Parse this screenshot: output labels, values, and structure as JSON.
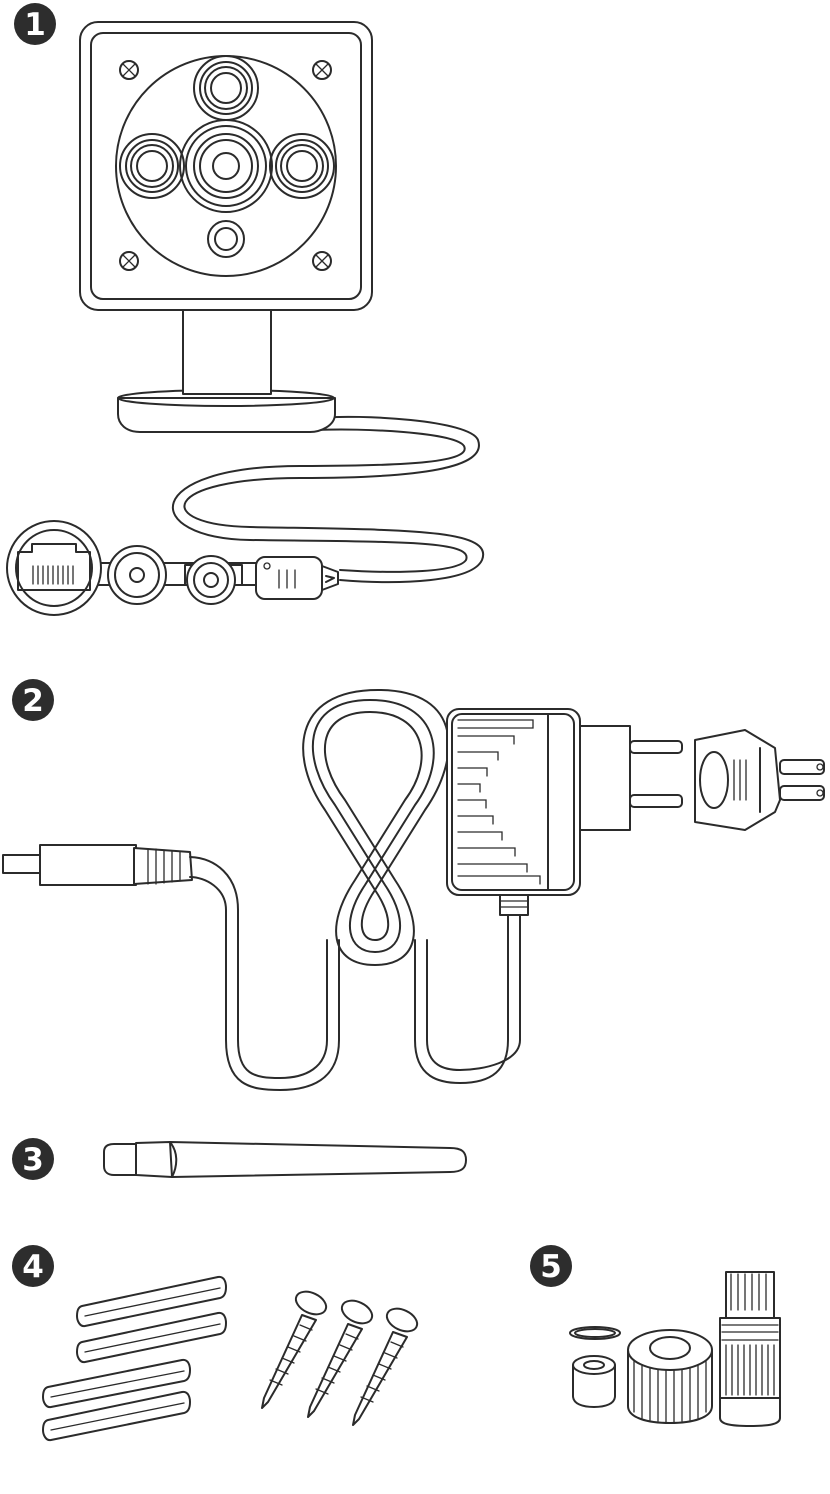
{
  "items": [
    {
      "number": "1",
      "color": "#2d2d2d"
    },
    {
      "number": "2",
      "color": "#2d2d2d"
    },
    {
      "number": "3",
      "color": "#2d2d2d"
    },
    {
      "number": "4",
      "color": "#2d2d2d"
    },
    {
      "number": "5",
      "color": "#2d2d2d"
    }
  ],
  "line_color": "#2b2b2b",
  "background": "#ffffff"
}
